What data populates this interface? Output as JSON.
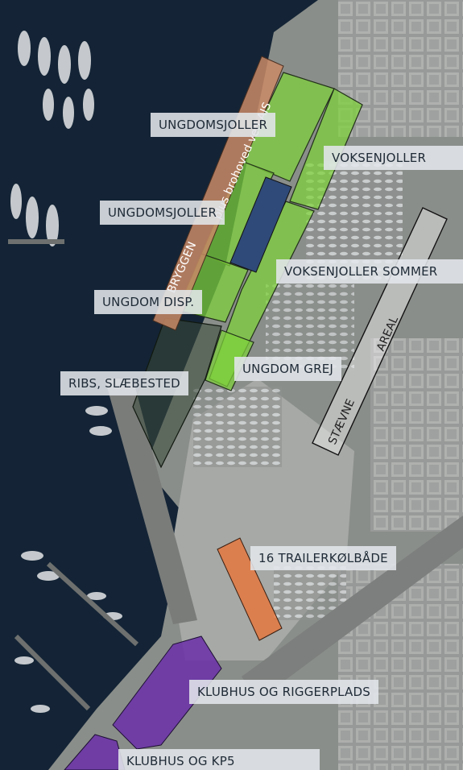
{
  "labels": {
    "ungdomsjoller_top": "UNGDOMSJOLLER",
    "voksenjoller": "VOKSENJOLLER",
    "ungdomsjoller_mid": "UNGDOMSJOLLER",
    "voksenjoller_sommer": "VOKSENJOLLER SOMMER",
    "ungdom_disp": "UNGDOM DISP.",
    "ribs_slaebested": "RIBS, SLÆBESTED",
    "ungdom_grej": "UNGDOM GREJ",
    "trailerkolbade": "16 TRAILERKØLBÅDE",
    "klubhus_riggerplads": "KLUBHUS OG RIGGERPLADS",
    "klubhus_kp5": "KLUBHUS OG KP5"
  },
  "strip_labels": {
    "bryggen": "BRYGGEN",
    "brohoved": "plus brohoved ved AIS",
    "staevne": "STÆVNE",
    "areal": "AREAL"
  },
  "colors": {
    "water": "#142436",
    "land": "#8a8e8a",
    "zone_green": "#7ed33a",
    "zone_orange": "#e8743a",
    "zone_purple": "#6a2fa8",
    "bryggen_strip": "#c98a66"
  }
}
